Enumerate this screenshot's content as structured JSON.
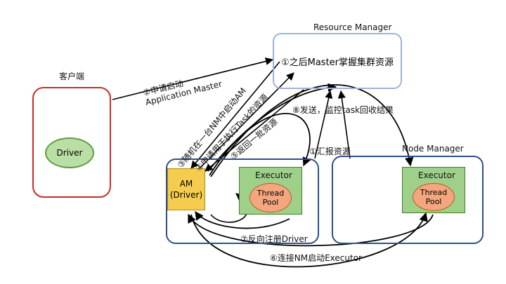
{
  "labels": {
    "resource_manager_title": "Resource Manager",
    "rm_box_text": "①之后Master掌握集群资源",
    "client_title": "客户端",
    "driver": "Driver",
    "node_manager_title": "Node Manager",
    "am_line1": "AM",
    "am_line2": "(Driver)",
    "executor": "Executor",
    "thread_pool_line1": "Thread",
    "thread_pool_line2": "Pool"
  },
  "edges": {
    "step2_line1": "②申请启动",
    "step2_line2": "Application Master",
    "step3": "③随机在一台NM中启动AM",
    "step4": "④申请用于执行Task的资源",
    "step5": "⑤返回一批资源",
    "step8": "⑧发送，监控task回收结果",
    "step1": "①汇报资源",
    "step7": "⑦反向注册Driver",
    "step6": "⑥连接NM启动Executor"
  },
  "colors": {
    "rm_border": "#9db3d6",
    "client_border": "#cc2a2a",
    "node_border": "#2f4e8c",
    "driver_fill": "#b9dfa5",
    "driver_stroke": "#5f9c45",
    "am_fill": "#f6cc4e",
    "executor_fill": "#9fd08a",
    "pool_fill": "#f4a77f"
  }
}
